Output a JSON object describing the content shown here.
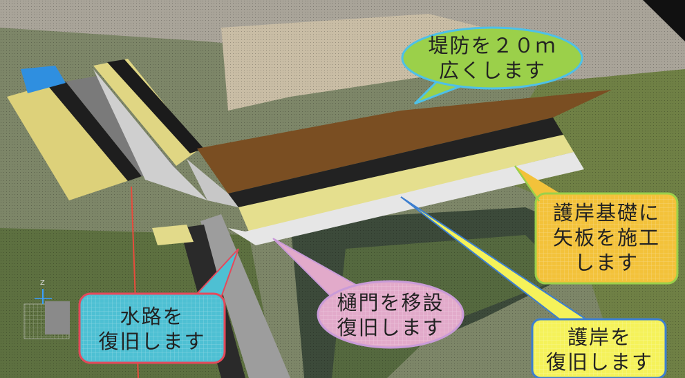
{
  "viewer": {
    "scene": "3D point cloud view of embankment construction site",
    "axis_label": "Z"
  },
  "callouts": {
    "embankment": {
      "text": "堤防を２０ｍ\n広くします",
      "color": "#9bd04a"
    },
    "revetment_base": {
      "text": "護岸基礎に\n矢板を施工\nします",
      "color": "#f3c23a"
    },
    "sluice": {
      "text": "樋門を移設\n復旧します",
      "color": "#e2aaca"
    },
    "waterway": {
      "text": "水路を\n復旧します",
      "color": "#4ec0d3"
    },
    "revetment": {
      "text": "護岸を\n復旧します",
      "color": "#f5f25a"
    }
  }
}
